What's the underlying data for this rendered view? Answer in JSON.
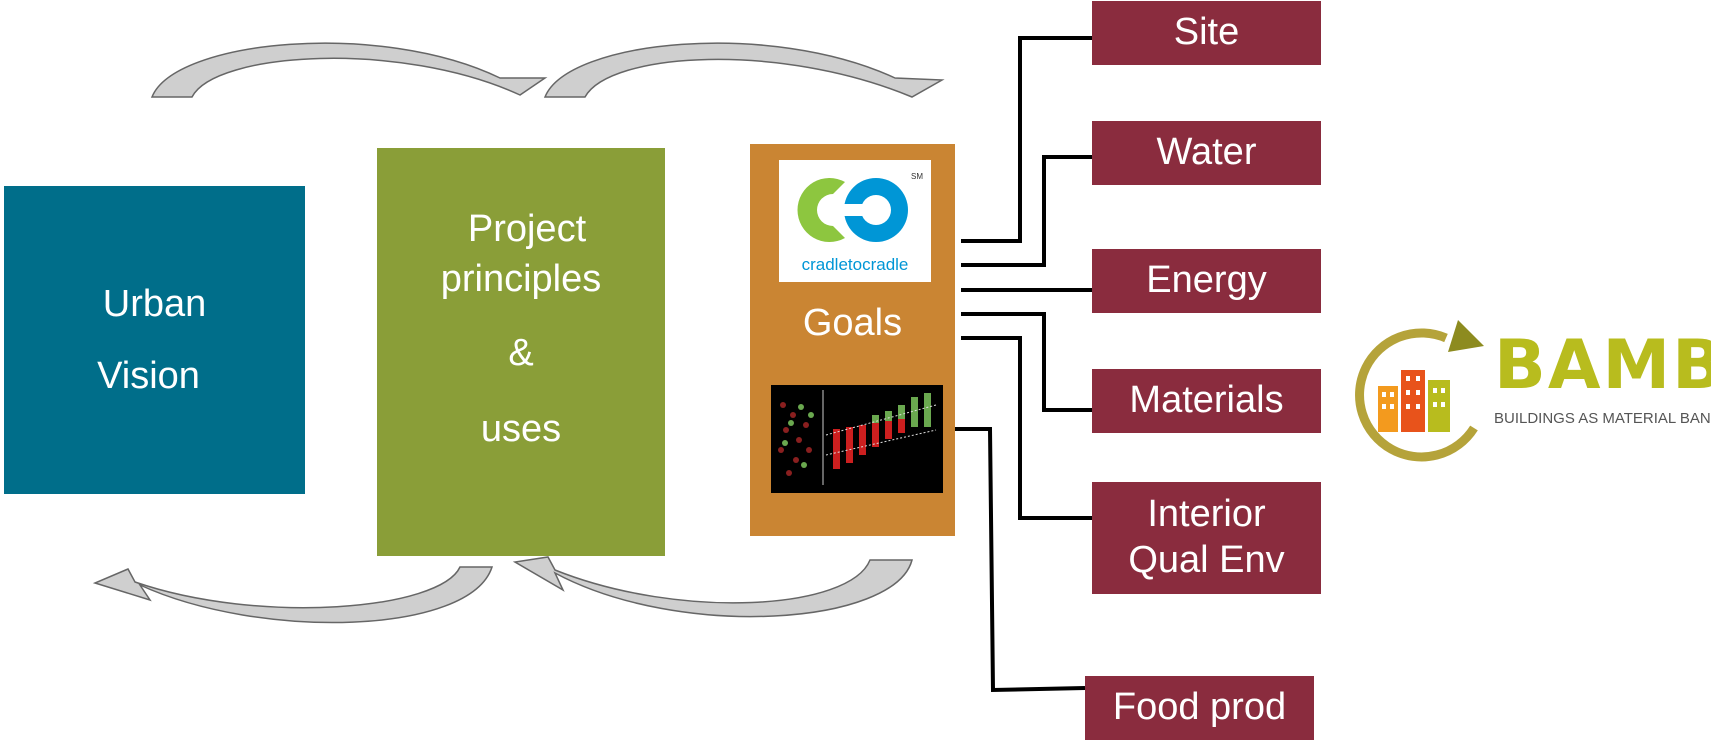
{
  "urban": {
    "line1": "Urban",
    "line2": "Vision"
  },
  "principles": {
    "line1": "Project",
    "line2": "principles",
    "line3": "&",
    "line4": "uses"
  },
  "goals": {
    "label": "Goals",
    "logo_text": "cradletocradle",
    "logo_mark": "SM"
  },
  "categories": [
    {
      "label": "Site"
    },
    {
      "label": "Water"
    },
    {
      "label": "Energy"
    },
    {
      "label": "Materials"
    },
    {
      "label": "Interior Qual Env"
    },
    {
      "label": "Food prod"
    }
  ],
  "bamb": {
    "title": "BAMB",
    "subtitle": "BUILDINGS AS MATERIAL BANKS"
  },
  "colors": {
    "urban": "#006E8A",
    "principles": "#8A9E38",
    "goals": "#CA8533",
    "category": "#8A2C3E",
    "bamb_accent": "#B8BC1E"
  }
}
